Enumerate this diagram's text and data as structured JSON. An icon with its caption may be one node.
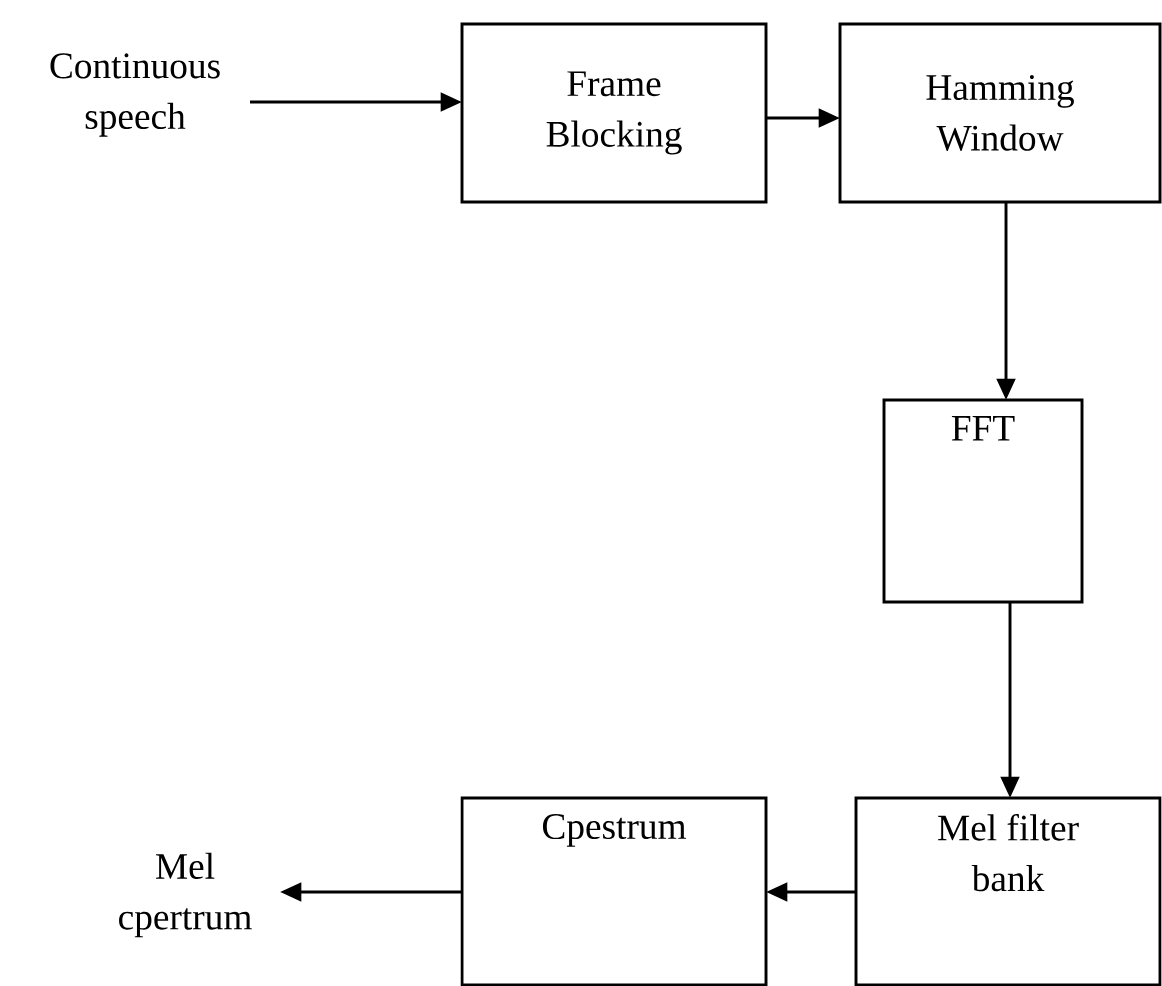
{
  "diagram": {
    "nodes": [
      {
        "text": [
          "Continuous speech"
        ]
      },
      {
        "text": [
          "Frame Blocking"
        ]
      },
      {
        "text": [
          "Hamming Window"
        ]
      },
      {
        "text": [
          "FFT"
        ]
      },
      {
        "text": [
          "Mel filter bank"
        ]
      },
      {
        "text": [
          "Cpestrum"
        ]
      },
      {
        "text": [
          "Mel cpertrum"
        ]
      }
    ],
    "edges": [
      {
        "from": 0,
        "to": 1,
        "arrow": "to"
      },
      {
        "from": 1,
        "to": 2,
        "arrow": "to"
      },
      {
        "from": 2,
        "to": 3,
        "arrow": "to"
      },
      {
        "from": 3,
        "to": 4,
        "arrow": "to"
      },
      {
        "from": 4,
        "to": 5,
        "arrow": "to"
      },
      {
        "from": 5,
        "to": 6,
        "arrow": "to"
      }
    ]
  }
}
